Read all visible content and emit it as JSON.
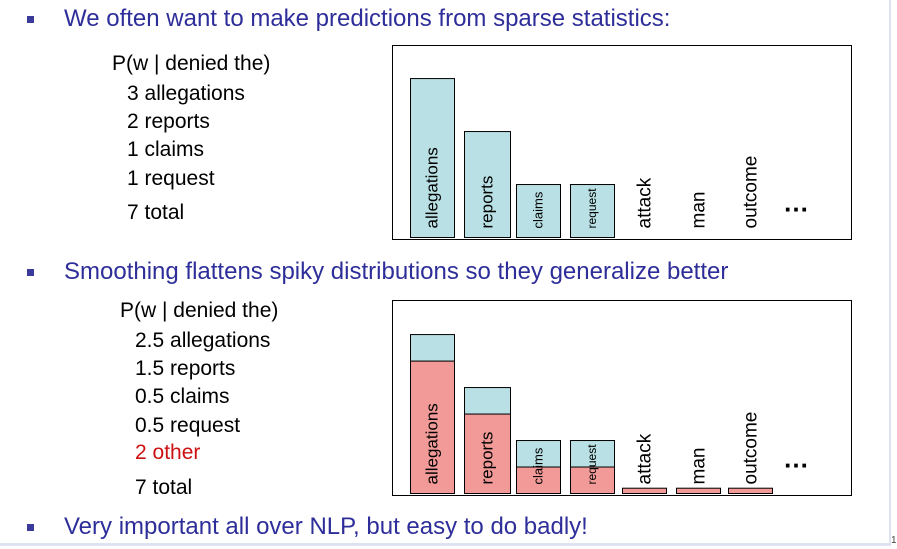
{
  "bullets": [
    "We often want to make predictions from sparse statistics:",
    "Smoothing flattens spiky distributions so they generalize better",
    "Very important all over NLP, but easy to do badly!"
  ],
  "list1": {
    "header": "P(w | denied the)",
    "items": [
      "3 allegations",
      "2 reports",
      "1 claims",
      "1 request"
    ],
    "total": "7 total"
  },
  "list2": {
    "header": "P(w | denied the)",
    "items": [
      "2.5 allegations",
      "1.5 reports",
      "0.5 claims",
      "0.5 request"
    ],
    "other": "2 other",
    "total": "7 total"
  },
  "page_number": "1",
  "colors": {
    "bullet_text": "#2e2e9a",
    "bar_fill": "#b9e0e4",
    "smoothed_fill": "#f29a98",
    "other_text": "#cc1111"
  },
  "chart_data": [
    {
      "type": "bar",
      "categories": [
        "allegations",
        "reports",
        "claims",
        "request",
        "attack",
        "man",
        "outcome"
      ],
      "values": [
        3,
        2,
        1,
        1,
        0,
        0,
        0
      ],
      "ellipsis": "…",
      "ylim": [
        0,
        3.4
      ]
    },
    {
      "type": "bar",
      "categories": [
        "allegations",
        "reports",
        "claims",
        "request",
        "attack",
        "man",
        "outcome"
      ],
      "series": [
        {
          "values": [
            2.5,
            1.5,
            0.5,
            0.5,
            0.1,
            0.1,
            0.1
          ]
        },
        {
          "values": [
            0.5,
            0.5,
            0.5,
            0.5,
            0,
            0,
            0
          ]
        }
      ],
      "ellipsis": "…",
      "ylim": [
        0,
        3.4
      ]
    }
  ]
}
